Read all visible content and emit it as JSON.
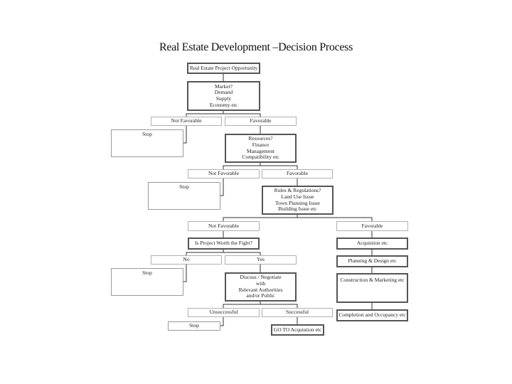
{
  "title": "Real Estate Development –Decision Process",
  "nodes": {
    "opportunity": "Real Estate Project Opportunity",
    "market": "Market?\nDemand\nSupply\nEconomy etc",
    "market_not_favorable": "Not Favorable",
    "market_favorable": "Favorable",
    "stop_1": "Stop",
    "resources": "Resources?\nFinance\nManagement\nCompatibility etc",
    "resources_not_favorable": "Not Favorable",
    "resources_favorable": "Favorable",
    "stop_2": "Stop",
    "rules": "Rules & Regulations?\nLand Use Issue\nTown Planning Issue\nBuilding Issue etc",
    "rules_not_favorable": "Not Favorable",
    "rules_favorable": "Favorable",
    "worth_fight": "Is Project Worth the Fight?",
    "no": "No",
    "yes": "Yes",
    "stop_3": "Stop",
    "discuss": "Discuss / Negotiate\nwith\nRelevant Authorities\nand/or Public",
    "unsuccessful": "Unsuccessful",
    "successful": "Successful",
    "stop_4": "Stop",
    "goto_acquisition": "GO TO Acquistion etc",
    "acquisition": "Acquistion etc",
    "planning": "Planning & Design etc",
    "construction": "Construction & Marketing etc",
    "completion": "Completion and Occupancy etc"
  }
}
